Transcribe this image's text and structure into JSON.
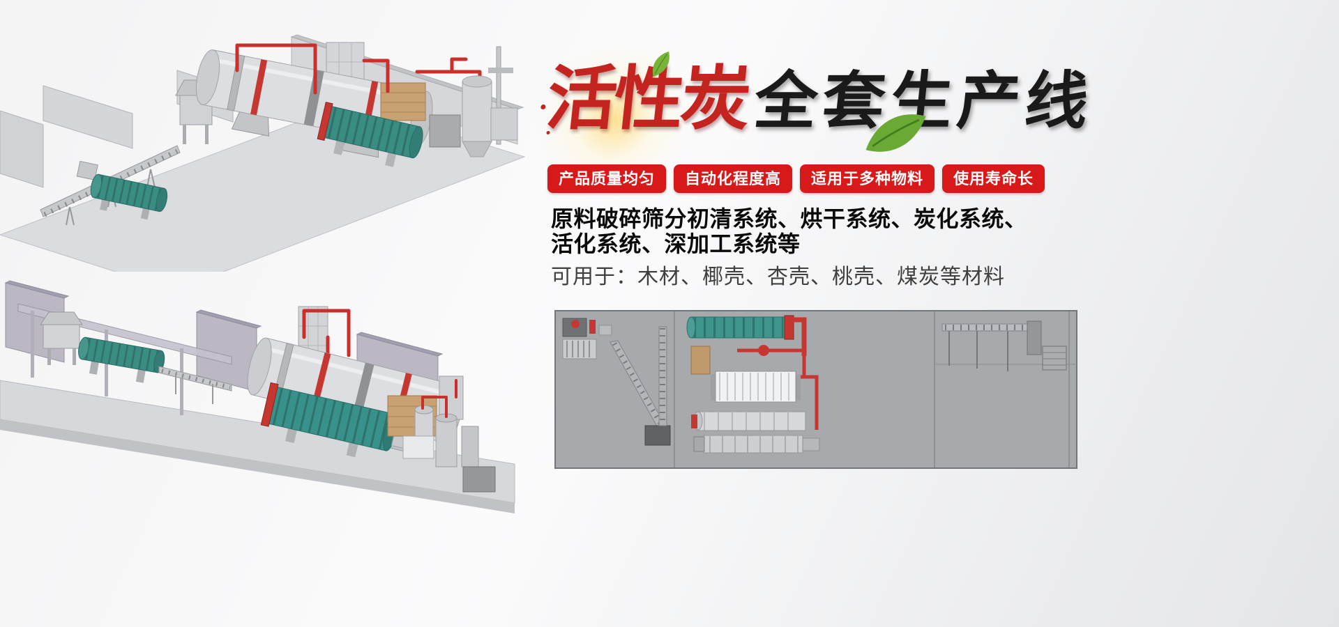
{
  "colors": {
    "accent_red": "#d7191a",
    "title_red": "#c32420",
    "title_black": "#1a1a1a",
    "teal_drum": "#3a8d83",
    "pipe_red": "#c9302b",
    "panel_gray": "#a7aaad",
    "leaf_green": "#6aa933"
  },
  "hero": {
    "title_red": "活性炭",
    "title_black": "全套生产线",
    "badges": [
      "产品质量均匀",
      "自动化程度高",
      "适用于多种物料",
      "使用寿命长"
    ],
    "desc1": "原料破碎筛分初清系统、烘干系统、炭化系统、",
    "desc2": "活化系统、深加工系统等",
    "materials": "可用于：木材、椰壳、杏壳、桃壳、煤炭等材料"
  }
}
